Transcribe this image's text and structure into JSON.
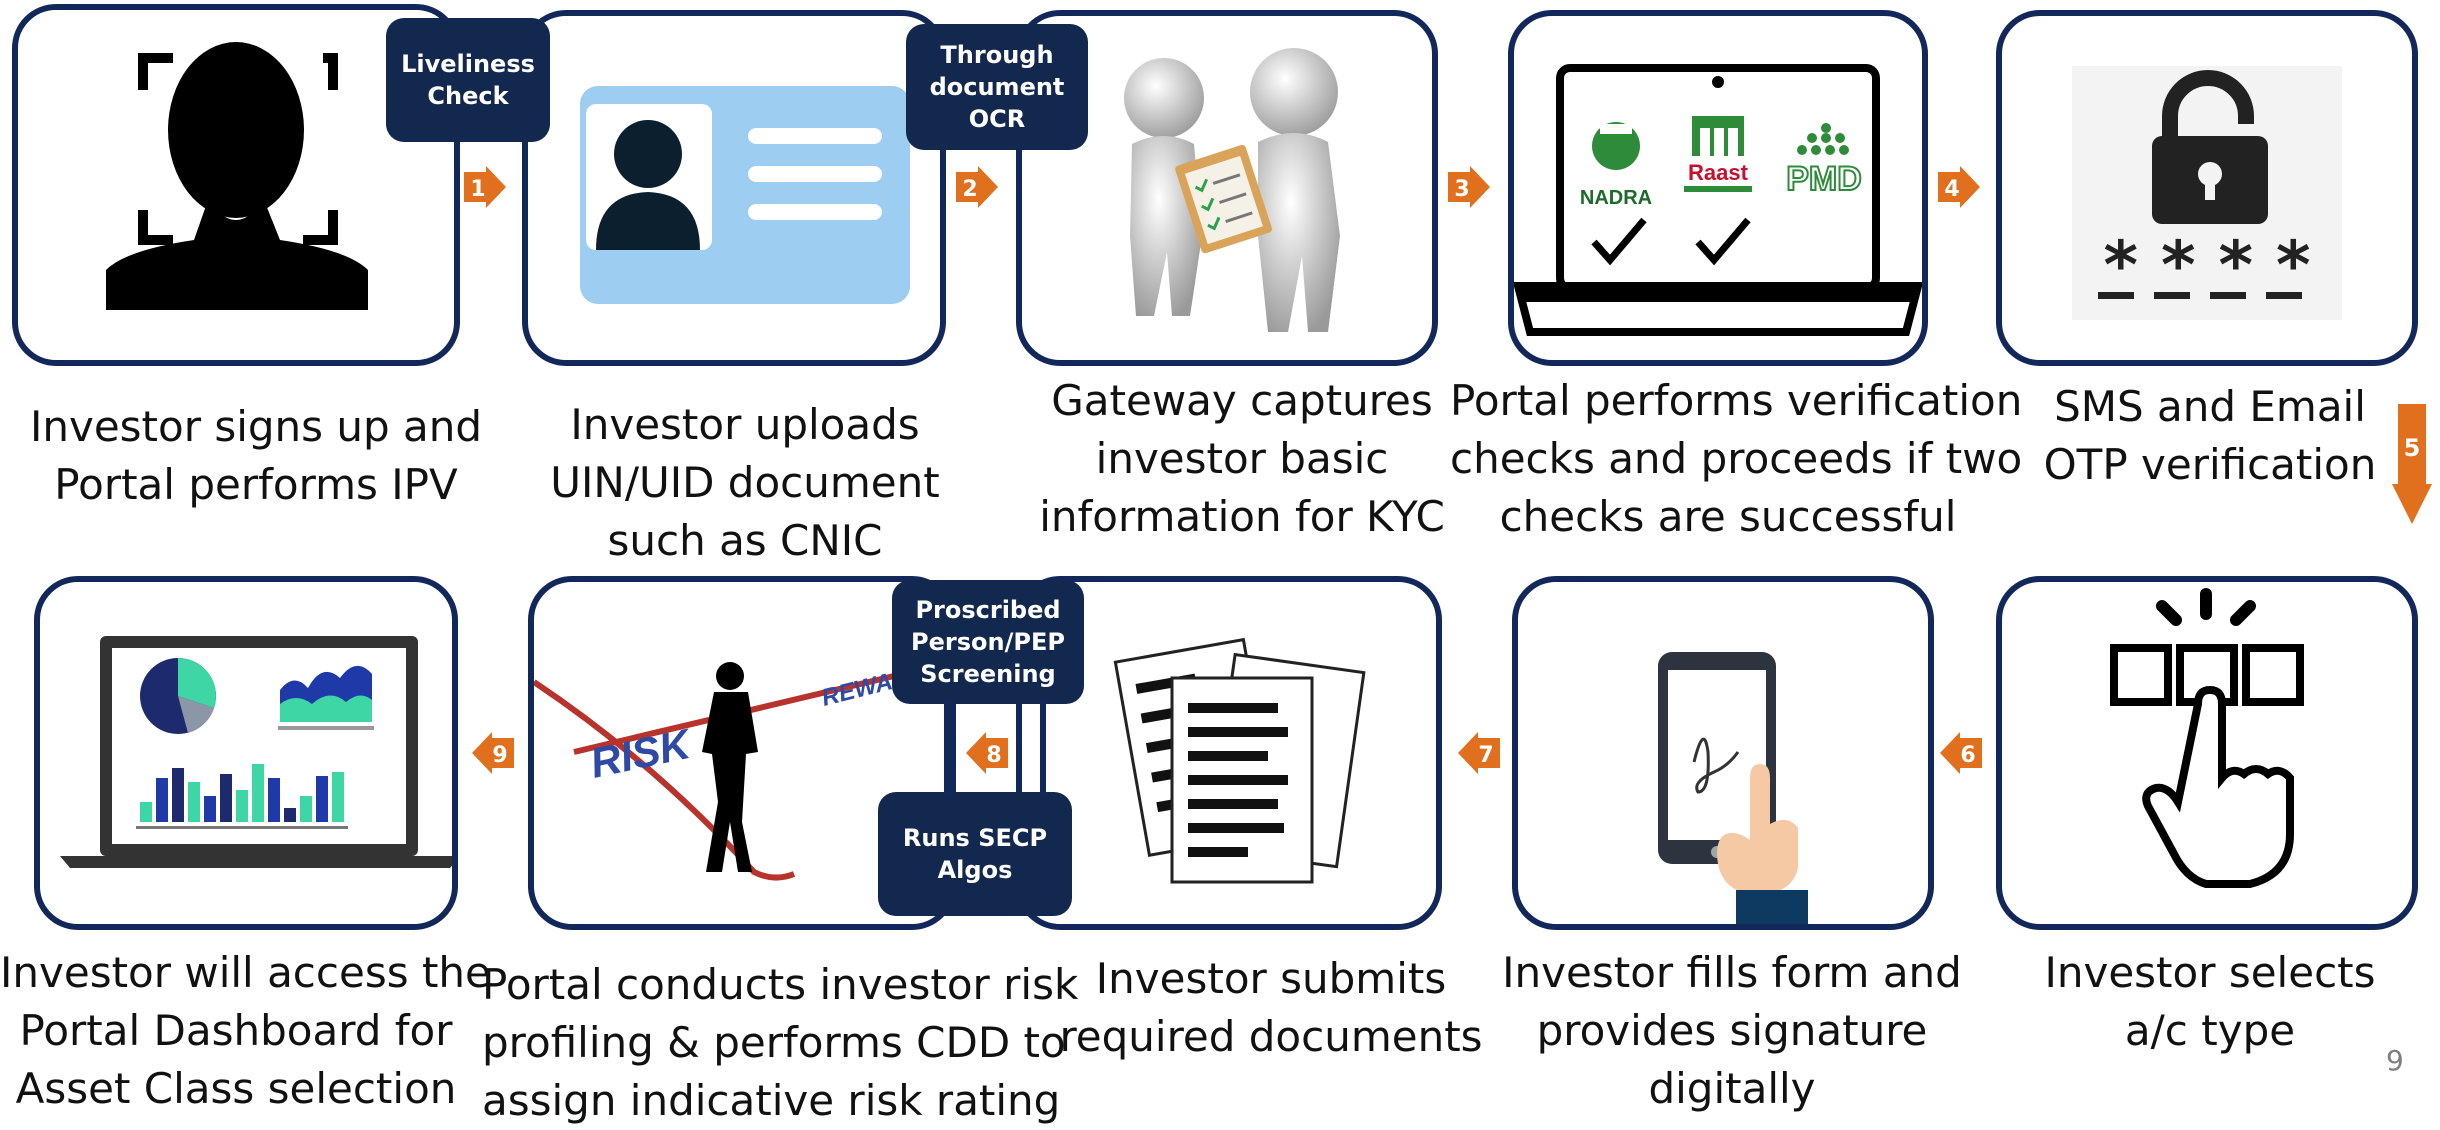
{
  "colors": {
    "frame": "#13285a",
    "badge": "#13284f",
    "arrow": "#e0701e",
    "light_blue": "#9dcdf0"
  },
  "steps_top": [
    {
      "caption_lines": [
        "Investor signs up and",
        "Portal performs IPV"
      ],
      "icon": "face-scan-icon"
    },
    {
      "caption_lines": [
        "Investor uploads",
        "UIN/UID document",
        "such as CNIC"
      ],
      "icon": "id-card-icon"
    },
    {
      "caption_lines": [
        "Gateway captures",
        "investor basic",
        "information for KYC"
      ],
      "icon": "handshake-clipboard-icon"
    },
    {
      "caption_lines": [
        "Portal performs verification",
        "checks and proceeds if two",
        "checks are successful"
      ],
      "icon": "laptop-verification-icon"
    },
    {
      "caption_lines": [
        "SMS and Email",
        "OTP verification"
      ],
      "icon": "padlock-otp-icon"
    }
  ],
  "steps_bottom": [
    {
      "caption_lines": [
        "Investor will access the",
        "Portal Dashboard for",
        "Asset Class selection"
      ],
      "icon": "dashboard-laptop-icon"
    },
    {
      "caption_lines": [
        "Portal conducts investor risk",
        "profiling & performs CDD to",
        "assign indicative risk rating"
      ],
      "icon": "risk-tightrope-icon"
    },
    {
      "caption_lines": [
        "Investor submits",
        "required documents"
      ],
      "icon": "documents-icon"
    },
    {
      "caption_lines": [
        "Investor fills form and",
        "provides signature",
        "digitally"
      ],
      "icon": "tablet-signature-icon"
    },
    {
      "caption_lines": [
        "Investor selects",
        "a/c type"
      ],
      "icon": "select-option-icon"
    }
  ],
  "badges": {
    "liveliness": [
      "Liveliness",
      "Check"
    ],
    "ocr": [
      "Through",
      "document",
      "OCR"
    ],
    "screening": [
      "Proscribed",
      "Person/PEP",
      "Screening"
    ],
    "secp": [
      "Runs SECP",
      "Algos"
    ]
  },
  "arrows": [
    "1",
    "2",
    "3",
    "4",
    "5",
    "6",
    "7",
    "8",
    "9"
  ],
  "logos": {
    "nadra": "NADRA",
    "raast": "Raast",
    "pmd": "PMD"
  },
  "otp_mask": "* * * *",
  "risk_labels": {
    "risk": "RISK",
    "reward": "REWARD"
  },
  "page_number": "9"
}
